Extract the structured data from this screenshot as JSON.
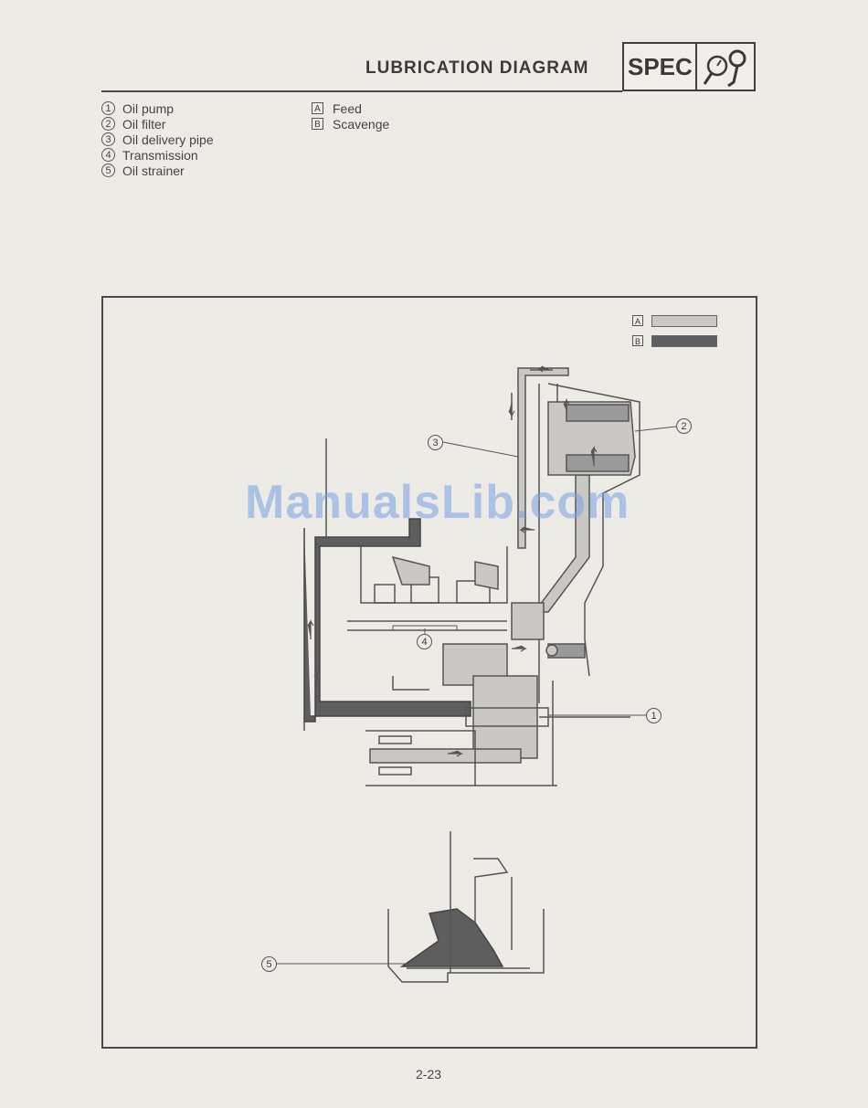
{
  "header": {
    "title": "LUBRICATION DIAGRAM",
    "section_tag": "SPEC"
  },
  "legend": {
    "parts": [
      {
        "num": "1",
        "label": "Oil pump"
      },
      {
        "num": "2",
        "label": "Oil filter"
      },
      {
        "num": "3",
        "label": "Oil delivery pipe"
      },
      {
        "num": "4",
        "label": "Transmission"
      },
      {
        "num": "5",
        "label": "Oil strainer"
      }
    ],
    "flows": [
      {
        "key": "A",
        "label": "Feed",
        "color": "#c9c8c4"
      },
      {
        "key": "B",
        "label": "Scavenge",
        "color": "#5e5e5e"
      }
    ]
  },
  "diagram": {
    "key": {
      "a": "A",
      "b": "B"
    },
    "callouts": {
      "c1": "1",
      "c2": "2",
      "c3": "3",
      "c4": "4",
      "c5": "5"
    }
  },
  "watermark": "ManualsLib.com",
  "footer": {
    "page_number": "2-23"
  }
}
